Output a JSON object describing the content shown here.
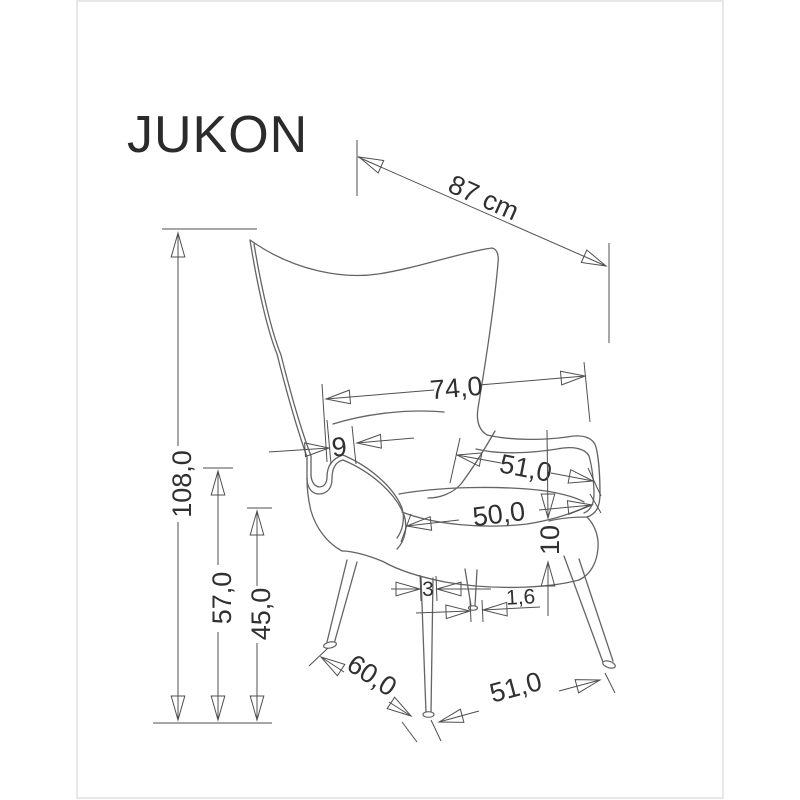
{
  "drawing": {
    "title": "JUKON",
    "dimensions": {
      "diagonal_width_cm": "87 cm",
      "backrest_width": "74,0",
      "wing_side_depth": "9",
      "seat_depth_diagonal": "51,0",
      "seat_width": "50,0",
      "seat_cushion_height": "10",
      "front_leg_top_width": "3",
      "leg_foot_diameter": "1,6",
      "overall_height": "108,0",
      "armrest_height": "57,0",
      "seat_height": "45,0",
      "base_depth": "60,0",
      "front_base_width": "51,0"
    },
    "colors": {
      "outline": "#646464",
      "dimension_line": "#4f4f4f",
      "arrow": "#2a2a2a",
      "frame_border": "#e0e0e0"
    }
  }
}
